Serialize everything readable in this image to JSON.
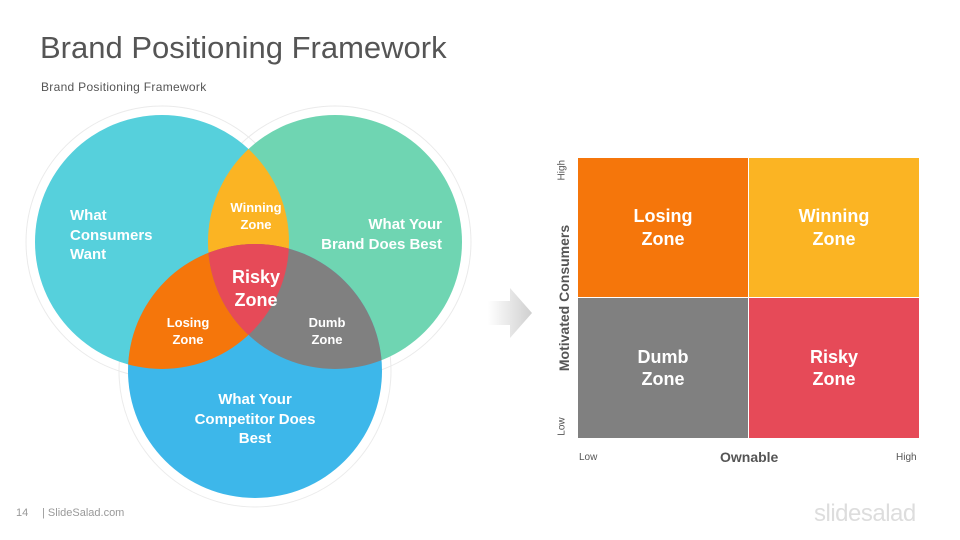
{
  "header": {
    "title": "Brand Positioning Framework",
    "subtitle": "Brand  Positioning  Framework"
  },
  "venn": {
    "consumers": "What\nConsumers\nWant",
    "brand": "What Your\nBrand Does Best",
    "competitor": "What Your\nCompetitor Does\nBest",
    "winning": "Winning\nZone",
    "losing": "Losing\nZone",
    "dumb": "Dumb\nZone",
    "risky": "Risky\nZone",
    "colors": {
      "consumers": "#56D0DC",
      "brand": "#6FD5B2",
      "competitor": "#3DB7EA",
      "winning": "#FBB423",
      "losing": "#F5760B",
      "dumb": "#808080",
      "risky": "#E64A58"
    }
  },
  "matrix": {
    "cells": {
      "top_left": "Losing\nZone",
      "top_right": "Winning\nZone",
      "bottom_left": "Dumb\nZone",
      "bottom_right": "Risky\nZone"
    },
    "y_axis": {
      "label": "Motivated Consumers",
      "high": "High",
      "low": "Low"
    },
    "x_axis": {
      "label": "Ownable",
      "low": "Low",
      "high": "High"
    },
    "colors": {
      "top_left": "#F5760B",
      "top_right": "#FBB423",
      "bottom_left": "#808080",
      "bottom_right": "#E64A58"
    }
  },
  "footer": {
    "page_number": "14",
    "source": "| SlideSalad.com",
    "logo": "slidesalad"
  }
}
